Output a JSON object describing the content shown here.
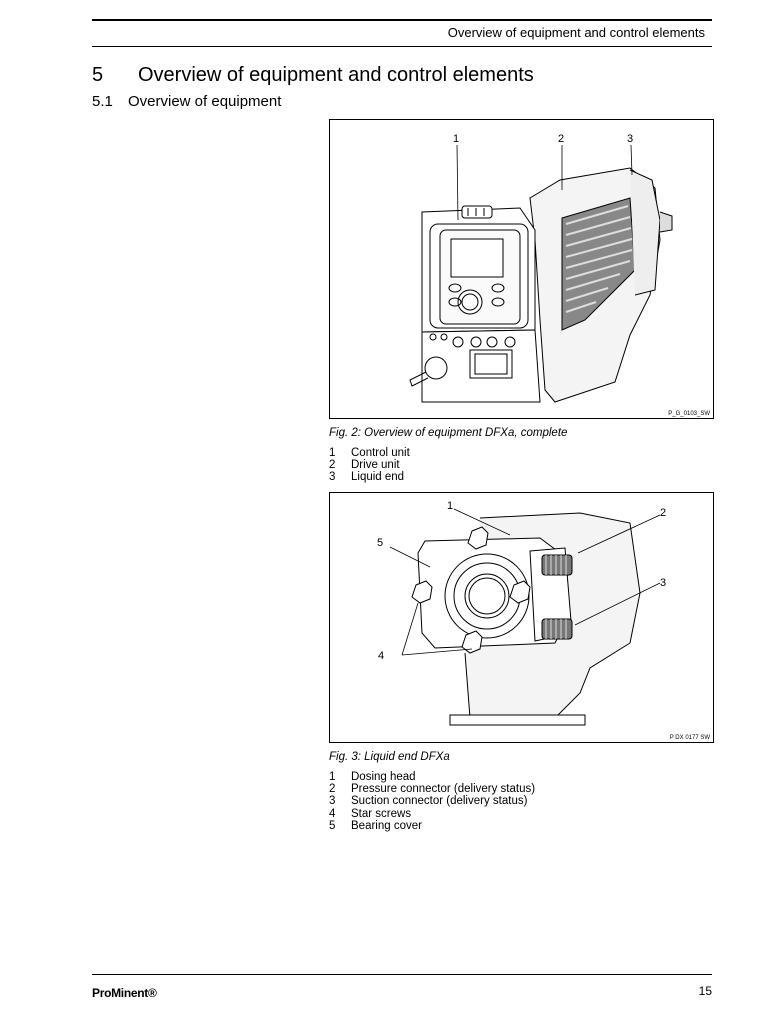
{
  "header": {
    "title": "Overview of equipment and control elements"
  },
  "section": {
    "number": "5",
    "title": "Overview of equipment and control elements"
  },
  "subsection": {
    "number": "5.1",
    "title": "Overview of equipment"
  },
  "figure2": {
    "code": "P_G_0103_SW",
    "callouts": [
      "1",
      "2",
      "3"
    ],
    "caption": "Fig. 2: Overview of equipment DFXa, complete",
    "items": [
      {
        "n": "1",
        "label": "Control unit"
      },
      {
        "n": "2",
        "label": "Drive unit"
      },
      {
        "n": "3",
        "label": "Liquid end"
      }
    ]
  },
  "figure3": {
    "code": "P DX 0177 SW",
    "callouts": [
      "1",
      "2",
      "3",
      "4",
      "5"
    ],
    "caption": "Fig. 3: Liquid end DFXa",
    "items": [
      {
        "n": "1",
        "label": "Dosing head"
      },
      {
        "n": "2",
        "label": "Pressure connector (delivery status)"
      },
      {
        "n": "3",
        "label": "Suction connector (delivery status)"
      },
      {
        "n": "4",
        "label": "Star screws"
      },
      {
        "n": "5",
        "label": "Bearing cover"
      }
    ]
  },
  "footer": {
    "logo": "ProMinent®",
    "page_number": "15"
  }
}
